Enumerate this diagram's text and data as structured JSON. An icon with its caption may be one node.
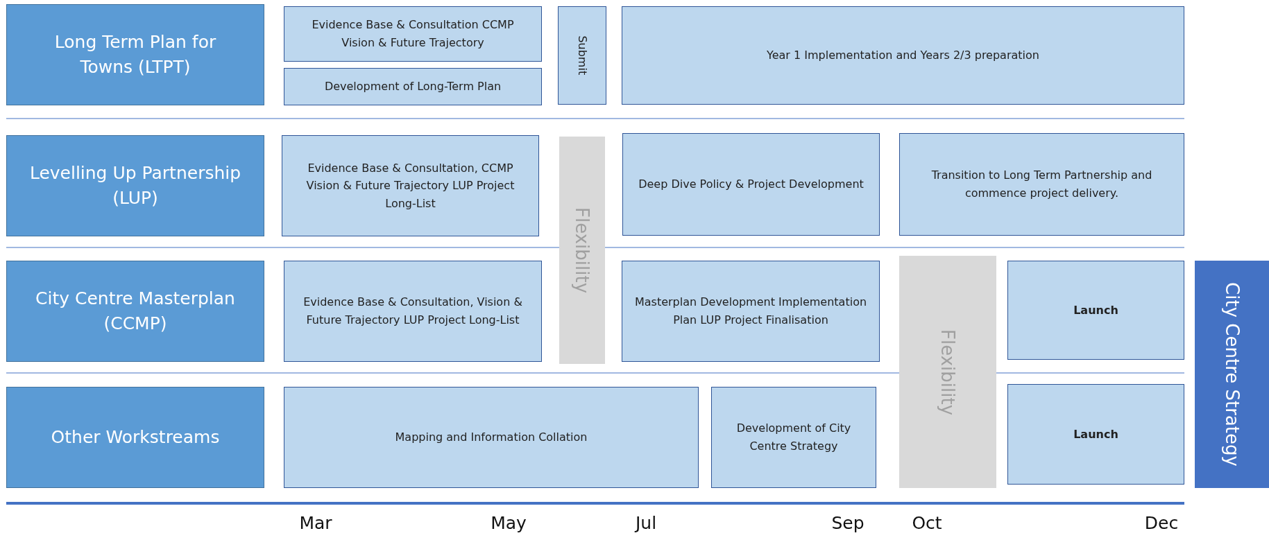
{
  "diagram": {
    "nodes": [
      {
        "text": [
          "Long Term Plan for Towns (LTPT)"
        ]
      },
      {
        "text": [
          "Evidence Base & Consultation CCMP Vision & Future Trajectory"
        ]
      },
      {
        "text": [
          "Development of Long-Term Plan"
        ]
      },
      {
        "text": [
          "Submit"
        ]
      },
      {
        "text": [
          "Year 1 Implementation and Years 2/3 preparation"
        ]
      },
      {
        "text": [
          "Levelling Up Partnership (LUP)"
        ]
      },
      {
        "text": [
          "Evidence Base & Consultation, CCMP Vision & Future Trajectory LUP Project Long-List"
        ]
      },
      {
        "text": [
          "Flexibility"
        ]
      },
      {
        "text": [
          "Deep Dive Policy & Project Development"
        ]
      },
      {
        "text": [
          "Transition to Long Term Partnership and commence project delivery."
        ]
      },
      {
        "text": [
          "City Centre Masterplan (CCMP)"
        ]
      },
      {
        "text": [
          "Evidence Base & Consultation, Vision & Future Trajectory LUP Project Long-List"
        ]
      },
      {
        "text": [
          "Masterplan Development Implementation Plan LUP Project Finalisation"
        ]
      },
      {
        "text": [
          "Flexibility"
        ]
      },
      {
        "text": [
          "Launch"
        ]
      },
      {
        "text": [
          "Other Workstreams"
        ]
      },
      {
        "text": [
          "Mapping and Information Collation"
        ]
      },
      {
        "text": [
          "Development of City Centre Strategy"
        ]
      },
      {
        "text": [
          "Launch"
        ]
      },
      {
        "text": [
          "City Centre Strategy"
        ]
      }
    ],
    "labels": [
      "Mar",
      "May",
      "Jul",
      "Sep",
      "Oct",
      "Dec"
    ]
  }
}
